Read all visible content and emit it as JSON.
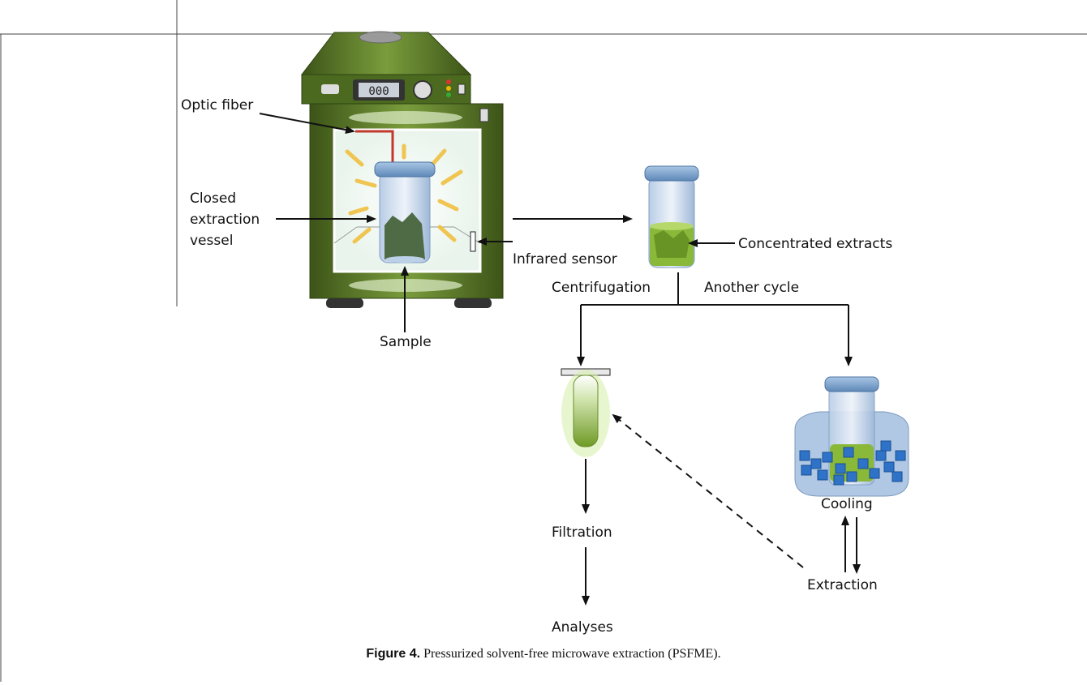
{
  "diagram": {
    "labels": {
      "optic_fiber": "Optic fiber",
      "closed_vessel": "Closed extraction vessel",
      "infrared_sensor": "Infrared sensor",
      "sample": "Sample",
      "concentrated_extracts": "Concentrated extracts",
      "centrifugation": "Centrifugation",
      "another_cycle": "Another cycle",
      "filtration": "Filtration",
      "analyses": "Analyses",
      "cooling": "Cooling",
      "extraction": "Extraction"
    },
    "microwave_display": "000",
    "colors": {
      "oven_green": "#5f7f2c",
      "oven_dark": "#3c5418",
      "vessel_blue": "#8fb4d9",
      "extract_green": "#8ab838",
      "ice_blue": "#2f73c8",
      "fiber_red": "#c0392b"
    }
  },
  "caption": {
    "figure_label": "Figure 4.",
    "text": "Pressurized solvent-free microwave extraction (PSFME)."
  }
}
